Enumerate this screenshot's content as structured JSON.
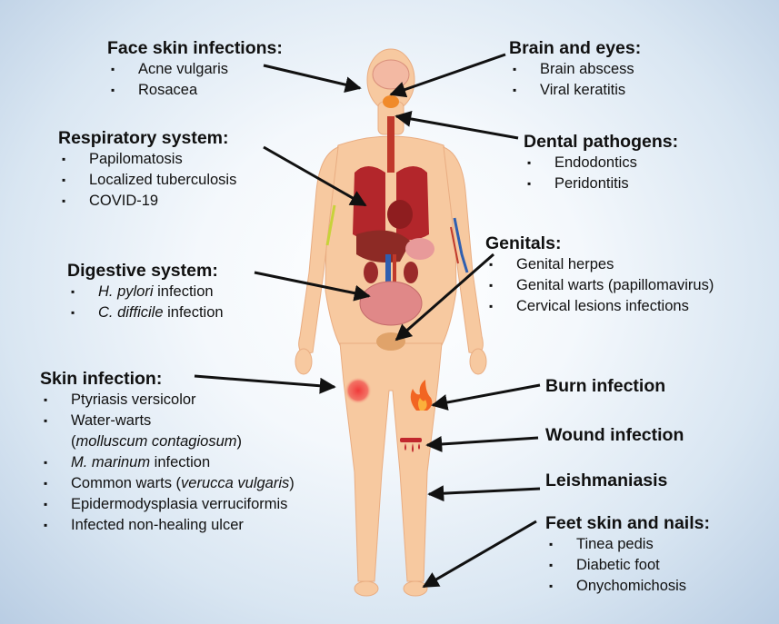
{
  "groups": {
    "face": {
      "heading": "Face skin infections:",
      "items": [
        "Acne vulgaris",
        "Rosacea"
      ]
    },
    "brain": {
      "heading": "Brain and eyes:",
      "items": [
        "Brain abscess",
        "Viral keratitis"
      ]
    },
    "respiratory": {
      "heading": "Respiratory system:",
      "items": [
        "Papilomatosis",
        "Localized tuberculosis",
        "COVID-19"
      ]
    },
    "dental": {
      "heading": "Dental pathogens:",
      "items": [
        "Endodontics",
        "Peridontitis"
      ]
    },
    "genitals": {
      "heading": "Genitals:",
      "items": [
        "Genital herpes",
        "Genital warts (papillomavirus)",
        "Cervical lesions infections"
      ]
    },
    "digestive": {
      "heading": "Digestive system:",
      "items": [
        {
          "italic": "H. pylori",
          "rest": " infection"
        },
        {
          "italic": "C. difficile",
          "rest": " infection"
        }
      ]
    },
    "skin": {
      "heading": "Skin infection:",
      "items": [
        "Ptyriasis versicolor",
        "Water-warts",
        {
          "prefix": "(",
          "italic": "molluscum contagiosum",
          "rest": ")"
        },
        {
          "italic": "M. marinum",
          "rest": " infection"
        },
        {
          "prefix": "Common warts (",
          "italic": "verucca vulgaris",
          "rest": ")"
        },
        "Epidermodysplasia verruciformis",
        "Infected non-healing ulcer"
      ]
    },
    "feet": {
      "heading": "Feet skin and nails:",
      "items": [
        "Tinea pedis",
        "Diabetic foot",
        "Onychomichosis"
      ]
    }
  },
  "labels": {
    "burn": "Burn infection",
    "wound": "Wound infection",
    "leish": "Leishmaniasis"
  },
  "bullet_char": "▪",
  "colors": {
    "skin": "#f7c9a0",
    "skin_shade": "#eeb48a",
    "organ_red": "#b3262b",
    "arrow": "#111111",
    "vessel_blue": "#2f5fb0",
    "fire": "#f26522"
  }
}
